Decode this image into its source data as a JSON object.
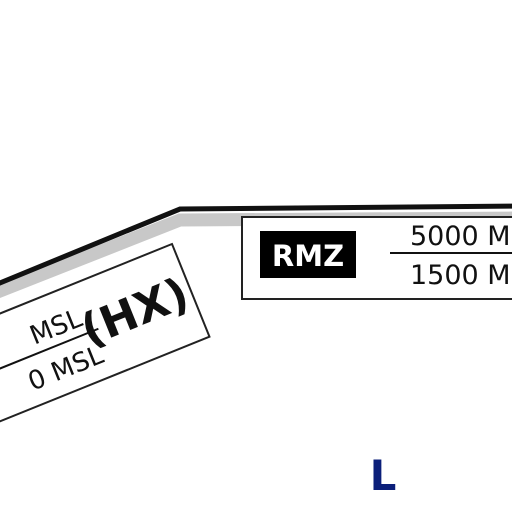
{
  "map": {
    "boundary_color": "#111111",
    "boundary_shadow_color": "#c8c8c8",
    "background": "#ffffff"
  },
  "rmz_label": {
    "badge": "RMZ",
    "badge_bg": "#000000",
    "badge_fg": "#ffffff",
    "upper_limit": "5000 M",
    "lower_limit": "1500 M"
  },
  "hx_label": {
    "code": "(HX)",
    "upper_limit": "MSL",
    "lower_limit": "0 MSL"
  },
  "marker": {
    "letter": "L",
    "color": "#0b1f7a"
  }
}
